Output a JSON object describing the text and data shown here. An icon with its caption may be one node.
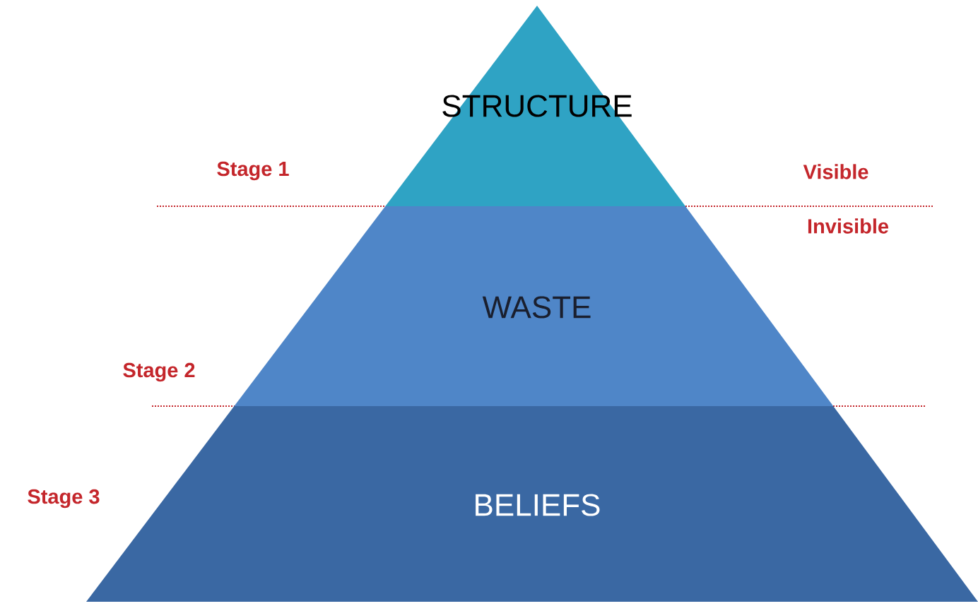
{
  "diagram": {
    "nodes": [
      {
        "text": [
          "STRUCTURE"
        ]
      },
      {
        "text": [
          "WASTE"
        ]
      },
      {
        "text": [
          "BELIEFS"
        ]
      }
    ],
    "labels": [
      "Stage 1",
      "Visible",
      "Invisible",
      "Stage 2",
      "Stage 3"
    ]
  }
}
